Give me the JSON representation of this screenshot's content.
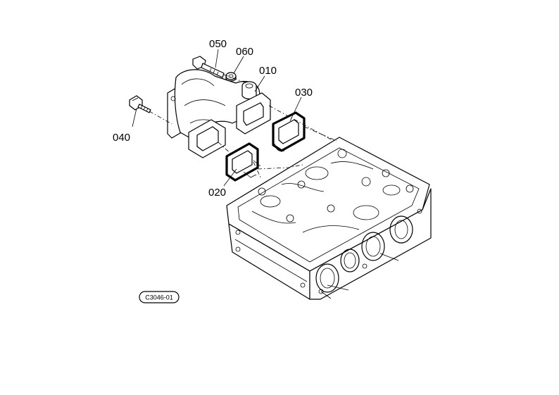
{
  "callouts": {
    "p010": "010",
    "p020": "020",
    "p030": "030",
    "p040": "040",
    "p050": "050",
    "p060": "060"
  },
  "reference_code": "C3046-01"
}
